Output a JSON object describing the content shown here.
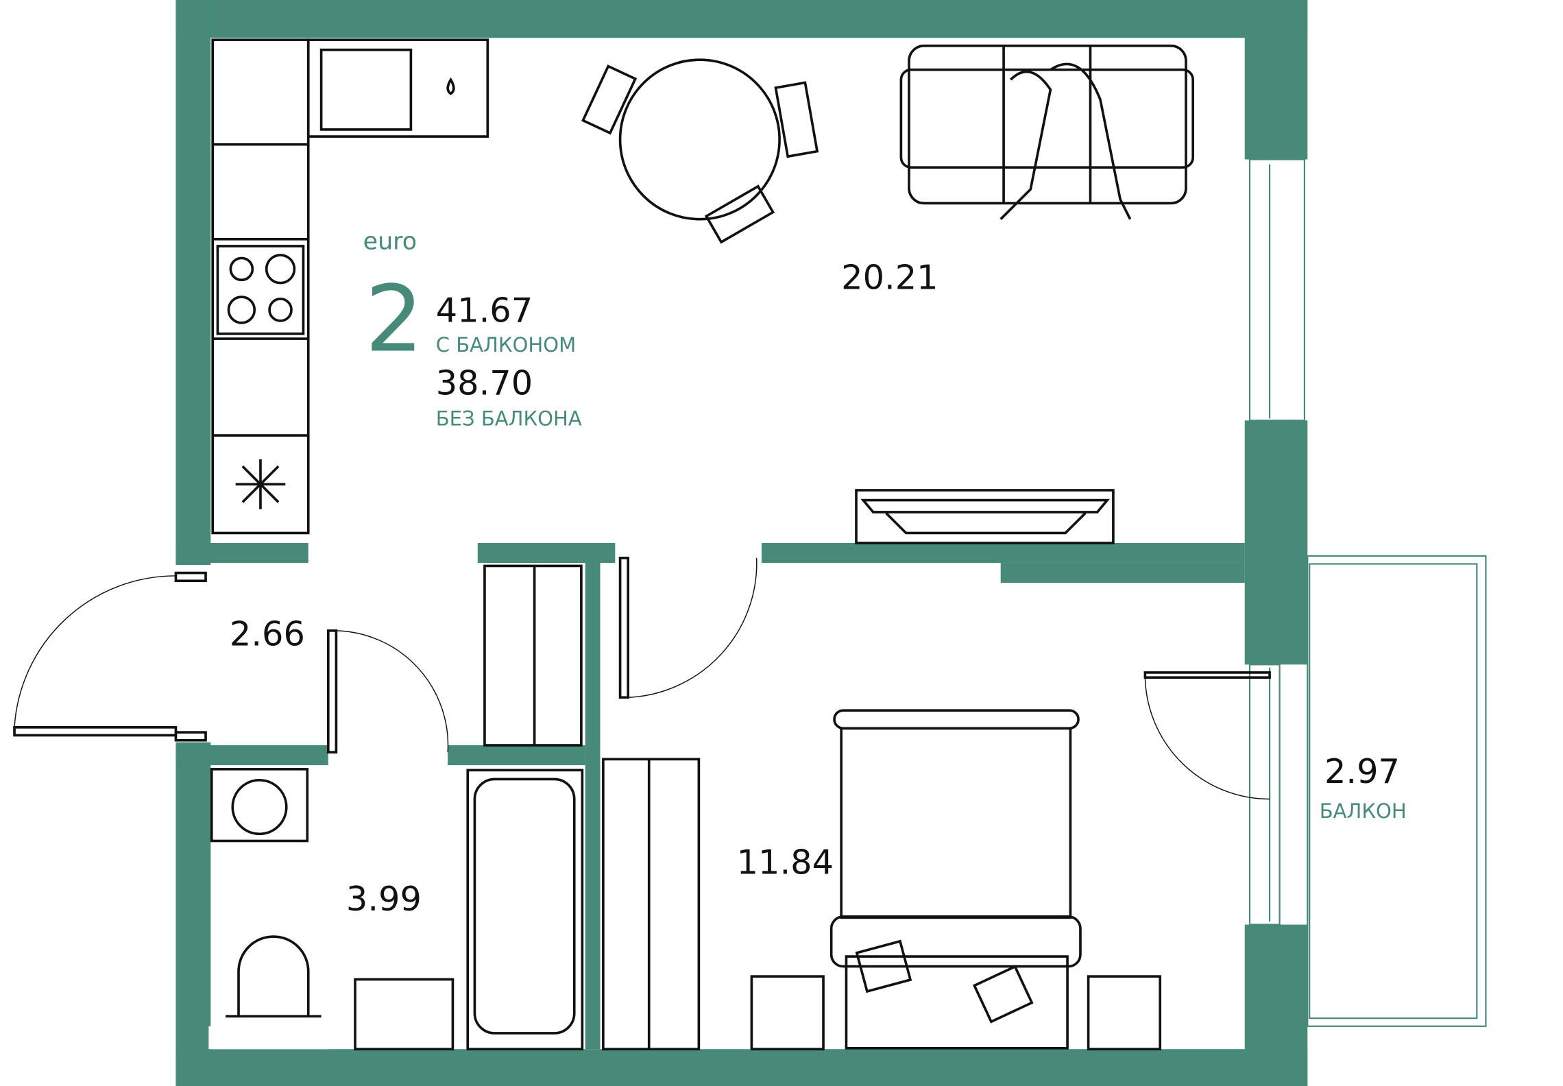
{
  "plan": {
    "type_label": "euro",
    "rooms_count": "2",
    "total_area_with_balcony": "41.67",
    "with_balcony_label": "С БАЛКОНОМ",
    "total_area_without_balcony": "38.70",
    "without_balcony_label": "БЕЗ БАЛКОНА"
  },
  "rooms": {
    "living_kitchen": "20.21",
    "hallway": "2.66",
    "bathroom": "3.99",
    "bedroom": "11.84",
    "balcony": "2.97",
    "balcony_label": "БАЛКОН"
  },
  "colors": {
    "wall": "#478a79",
    "accent": "#478a79"
  }
}
